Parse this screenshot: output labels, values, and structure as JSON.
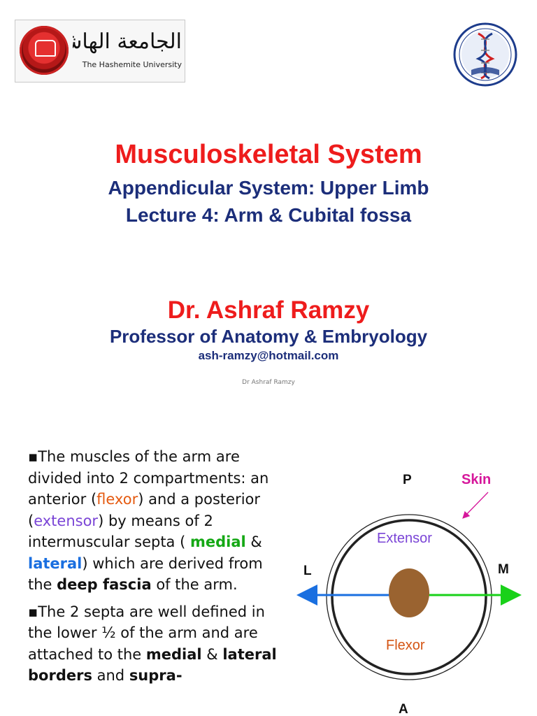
{
  "slide1": {
    "logo": {
      "arabic_name": "الجامعة الهاشمية",
      "english_name": "The Hashemite University"
    },
    "title": "Musculoskeletal System",
    "subtitle_line1": "Appendicular System: Upper Limb",
    "subtitle_line2": "Lecture 4: Arm & Cubital fossa",
    "author": "Dr. Ashraf Ramzy",
    "position": "Professor of Anatomy & Embryology",
    "email": "ash-ramzy@hotmail.com",
    "footer": "Dr Ashraf Ramzy"
  },
  "slide2": {
    "para1": {
      "bullet": "▪",
      "t1": "The muscles of the arm are divided into 2 compartments: an anterior (",
      "flexor": "flexor",
      "t2": ") and a posterior (",
      "extensor": "extensor",
      "t3": ") by means of 2 intermuscular septa ( ",
      "medial": "medial",
      "t4": " & ",
      "lateral": "lateral",
      "t5": ") which are derived from the ",
      "deep_fascia": "deep fascia",
      "t6": " of the arm."
    },
    "para2": {
      "bullet": "▪",
      "t1": "The 2 septa are well defined in the lower ",
      "fraction": "½",
      "t2": " of the arm and are attached to the ",
      "medial": "medial",
      "t3": " & ",
      "lateral_borders": "lateral borders",
      "t4": " and ",
      "supra": "supra-"
    },
    "diagram": {
      "label_p": "P",
      "label_a": "A",
      "label_l": "L",
      "label_m": "M",
      "label_skin": "Skin",
      "label_extensor": "Extensor",
      "label_flexor": "Flexor",
      "colors": {
        "lateral_arrow": "#1a6fe0",
        "medial_arrow": "#19d119",
        "bone": "#9a6330",
        "skin_label": "#d6179b",
        "extensor_label": "#7a44d6",
        "flexor_label": "#d45514"
      }
    }
  }
}
